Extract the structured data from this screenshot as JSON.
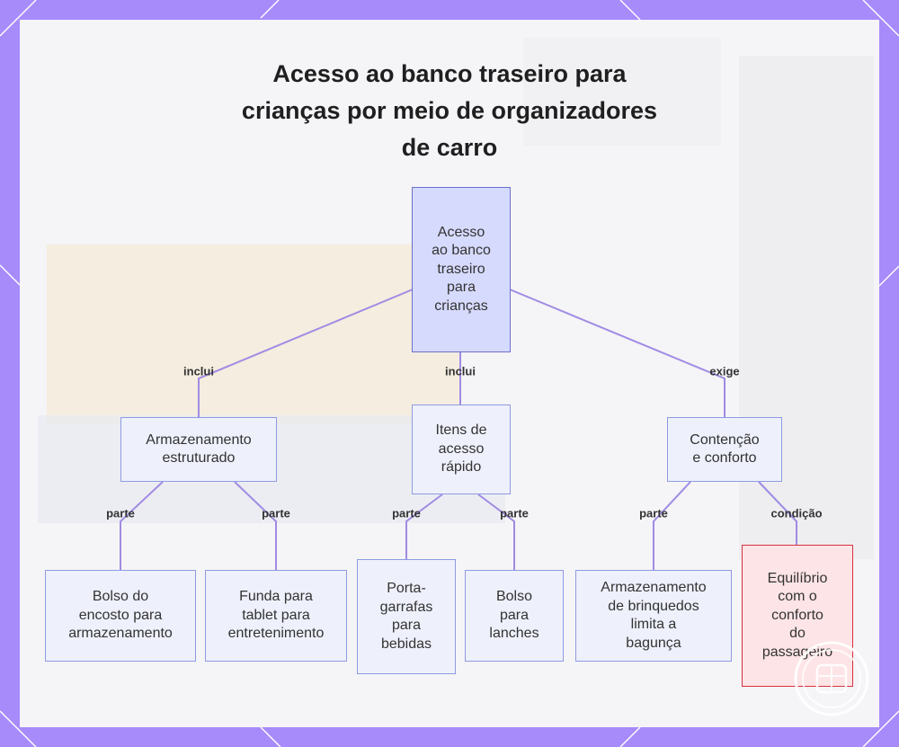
{
  "title_lines": [
    "Acesso ao banco traseiro para",
    "crianças por meio de organizadores",
    "de carro"
  ],
  "nodes": {
    "root": "Acesso\nao banco\ntraseiro\npara\ncrianças",
    "storage": "Armazenamento\nestruturado",
    "quick": "Itens de\nacesso\nrápido",
    "comfort": "Contenção\ne conforto",
    "seatback": "Bolso do\nencosto para\narmazenamento",
    "tablet": "Funda para\ntablet para\nentretenimento",
    "bottle": "Porta-\ngarrafas\npara\nbebidas",
    "snack": "Bolso\npara\nlanches",
    "toys": "Armazenamento\nde brinquedos\nlimita a\nbagunça",
    "balance": "Equilíbrio\ncom o\nconforto\ndo\npassageiro"
  },
  "edge_labels": {
    "root_storage": "inclui",
    "root_quick": "inclui",
    "root_comfort": "exige",
    "storage_seatback": "parte",
    "storage_tablet": "parte",
    "quick_bottle": "parte",
    "quick_snack": "parte",
    "comfort_toys": "parte",
    "comfort_balance": "condição"
  },
  "colors": {
    "frame": "#a78bfa",
    "edge": "#a08be3",
    "node_fill": "#eef0fb",
    "node_border": "#8f9be0",
    "root_fill": "#d6dafd",
    "warn_fill": "#fde4e6",
    "warn_border": "#d8323c"
  }
}
